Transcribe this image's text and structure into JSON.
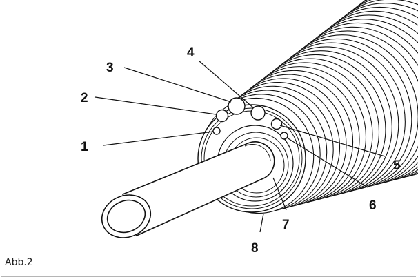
{
  "caption": "Abb.2",
  "callouts": [
    {
      "id": "1",
      "label": "1"
    },
    {
      "id": "2",
      "label": "2"
    },
    {
      "id": "3",
      "label": "3"
    },
    {
      "id": "4",
      "label": "4"
    },
    {
      "id": "5",
      "label": "5"
    },
    {
      "id": "6",
      "label": "6"
    },
    {
      "id": "7",
      "label": "7"
    },
    {
      "id": "8",
      "label": "8"
    }
  ],
  "colors": {
    "stroke": "#111111",
    "frame": "#b5b5b5",
    "background": "#ffffff"
  }
}
